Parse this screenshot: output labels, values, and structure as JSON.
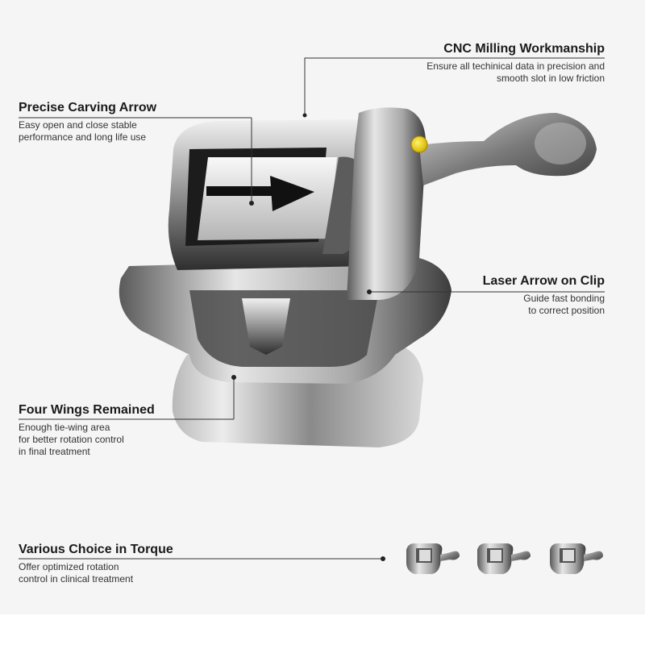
{
  "callouts": {
    "cnc": {
      "title": "CNC Milling Workmanship",
      "desc_line1": "Ensure all techinical data in precision and",
      "desc_line2": "smooth slot in low friction"
    },
    "carving": {
      "title": "Precise Carving Arrow",
      "desc_line1": "Easy open and close stable",
      "desc_line2": "performance and long life use"
    },
    "laser": {
      "title": "Laser Arrow on Clip",
      "desc_line1": "Guide fast bonding",
      "desc_line2": "to correct position"
    },
    "wings": {
      "title": "Four Wings Remained",
      "desc_line1": "Enough tie-wing area",
      "desc_line2": "for better rotation control",
      "desc_line3": "in final treatment"
    },
    "torque": {
      "title": "Various Choice in Torque",
      "desc_line1": "Offer optimized rotation",
      "desc_line2": "control in clinical treatment"
    }
  },
  "colors": {
    "background": "#f5f5f5",
    "metal_dark": "#3a3a3a",
    "metal_light": "#e8e8e8",
    "indicator_dot": "#f0d21e",
    "arrow": "#111111"
  },
  "icons": [
    "bracket-product-image",
    "carved-arrow-icon",
    "yellow-dot-marker",
    "torque-bracket-thumbnail"
  ]
}
